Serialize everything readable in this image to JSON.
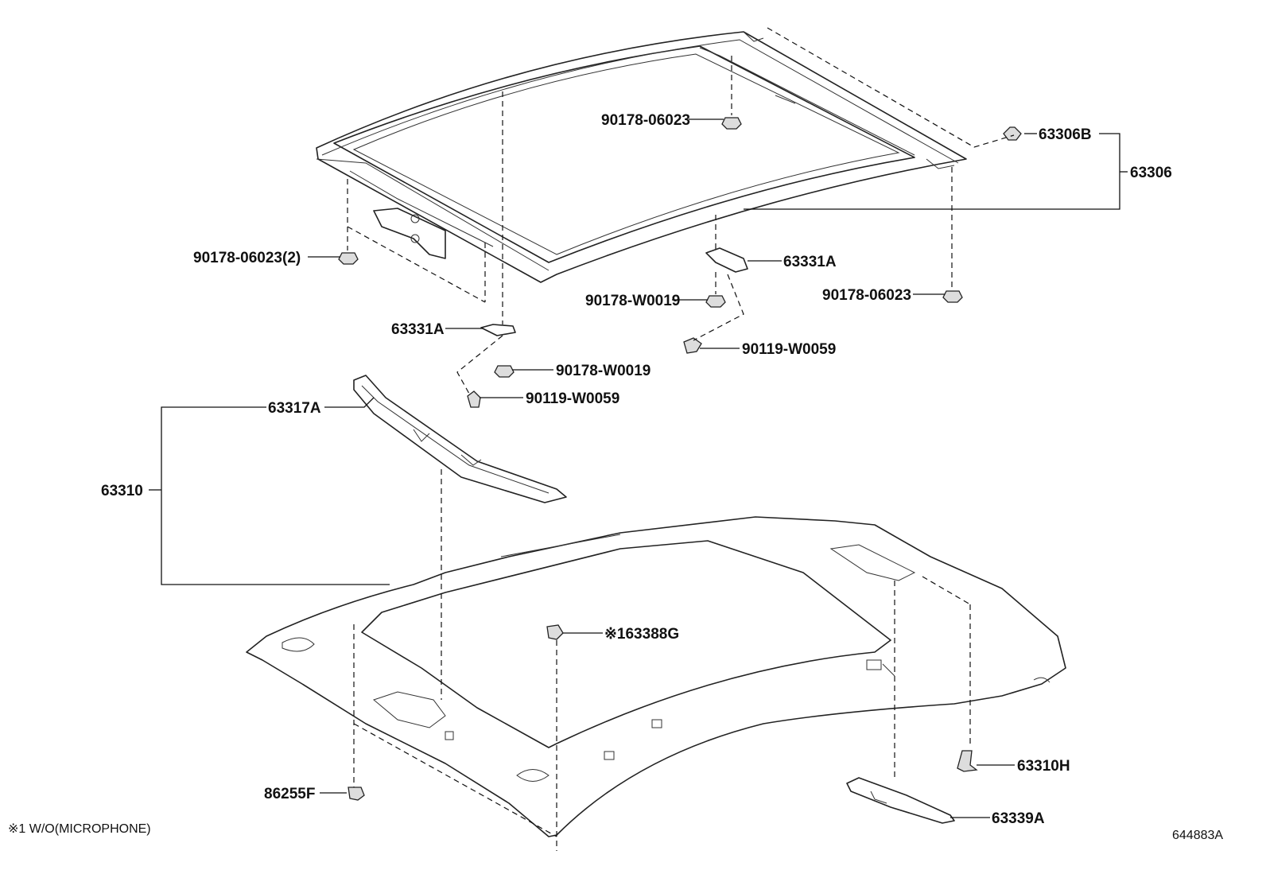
{
  "labels": {
    "p90178_06023_top": "90178-06023",
    "p63306B": "63306B",
    "p63306": "63306",
    "p90178_06023_2": "90178-06023(2)",
    "p63331A_right": "63331A",
    "p90178_W0019_right": "90178-W0019",
    "p90178_06023_right": "90178-06023",
    "p90119_W0059_right": "90119-W0059",
    "p63331A_left": "63331A",
    "p90178_W0019_left": "90178-W0019",
    "p90119_W0059_left": "90119-W0059",
    "p63317A": "63317A",
    "p63310": "63310",
    "p63388G": "※163388G",
    "p63310H": "63310H",
    "p86255F": "86255F",
    "p63339A": "63339A"
  },
  "footnote": "※1 W/O(MICROPHONE)",
  "diagram_id": "644883A"
}
